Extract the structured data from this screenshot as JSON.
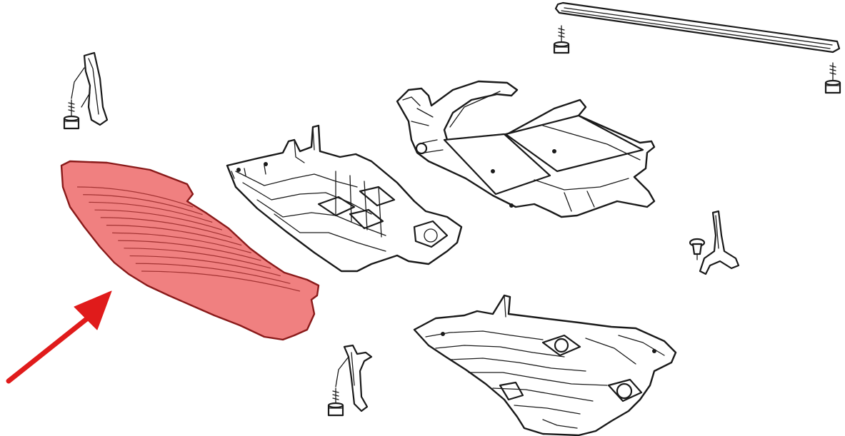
{
  "diagram": {
    "highlight_color": "#f08080",
    "highlight_stroke": "#8a1a1a",
    "arrow_color": "#e01b1b",
    "ink_color": "#1a1a1a",
    "background": "#ffffff",
    "parts": [
      {
        "id": "front-splash-shield",
        "highlighted": true
      },
      {
        "id": "center-splash-shield",
        "highlighted": false
      },
      {
        "id": "front-subframe-cradle",
        "highlighted": false
      },
      {
        "id": "rear-underbody-shield",
        "highlighted": false
      },
      {
        "id": "cross-brace-bar",
        "highlighted": false
      },
      {
        "id": "mounting-bracket-top-left",
        "highlighted": false
      },
      {
        "id": "mounting-bracket-right",
        "highlighted": false
      },
      {
        "id": "mounting-bracket-bottom",
        "highlighted": false
      }
    ],
    "fasteners": [
      {
        "id": "bolt-top-left"
      },
      {
        "id": "bolt-brace-left"
      },
      {
        "id": "bolt-brace-right"
      },
      {
        "id": "push-clip-right"
      },
      {
        "id": "bolt-bottom"
      }
    ]
  }
}
